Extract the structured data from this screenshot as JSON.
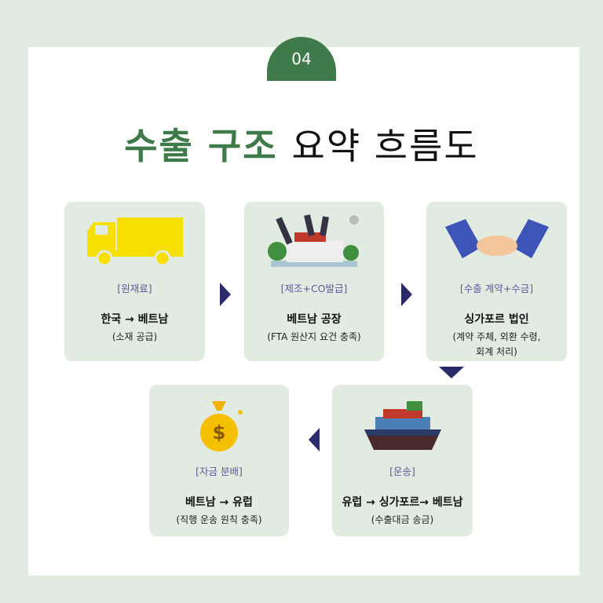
{
  "step_number": "04",
  "title": {
    "highlight": "수출 구조",
    "rest": "요약 흐름도"
  },
  "cards": [
    {
      "label": "[원재료]",
      "main": "한국 → 베트남",
      "sub": "(소재 공급)",
      "icon": "truck-icon"
    },
    {
      "label": "[제조+CO발급]",
      "main": "베트남 공장",
      "sub": "(FTA 원산지 요건 충족)",
      "icon": "factory-icon"
    },
    {
      "label": "[수출 계약+수금]",
      "main": "싱가포르 법인",
      "sub": "(계약 주체, 외환 수령,",
      "sub2": "회계 처리)",
      "icon": "handshake-icon"
    },
    {
      "label": "[운송]",
      "main": "유럽 → 싱가포르→ 베트남",
      "sub": "(수출대금 송금)",
      "icon": "cargo-ship-icon"
    },
    {
      "label": "[자금 분배]",
      "main": "베트남 → 유럽",
      "sub": "(직행 운송 원칙 충족)",
      "icon": "money-bag-icon"
    }
  ],
  "colors": {
    "green": "#3f7a4a",
    "card": "#e1ebe2",
    "arrow": "#2b2a6b"
  }
}
